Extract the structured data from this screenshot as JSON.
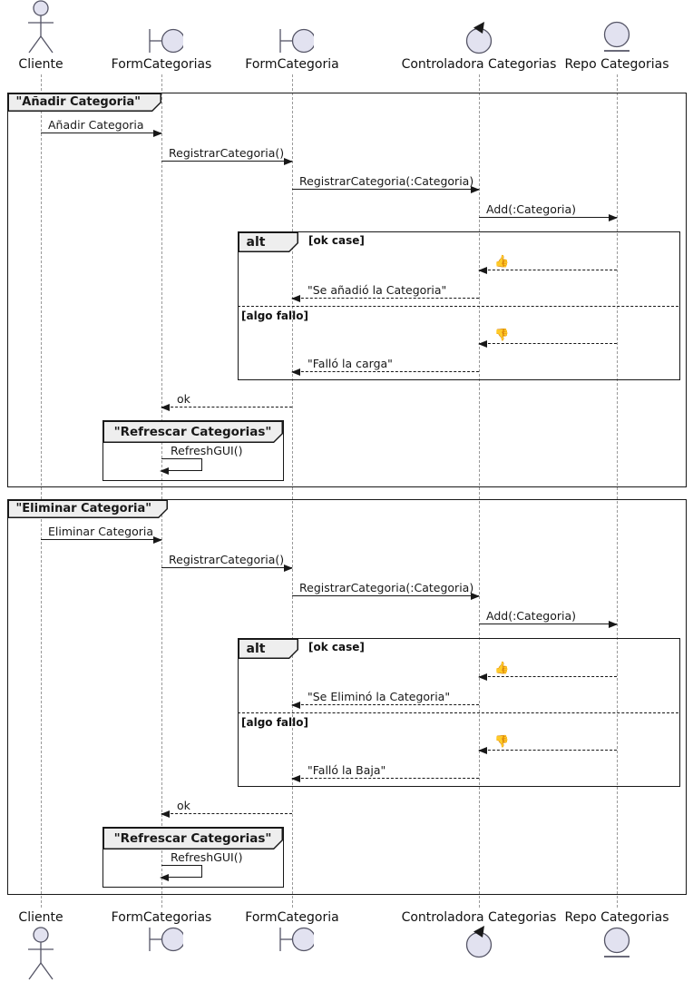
{
  "participants": [
    {
      "name": "Cliente",
      "icon": "actor"
    },
    {
      "name": "FormCategorias",
      "icon": "boundary"
    },
    {
      "name": "FormCategoria",
      "icon": "boundary"
    },
    {
      "name": "Controladora Categorias",
      "icon": "control"
    },
    {
      "name": "Repo Categorias",
      "icon": "entity"
    }
  ],
  "colors": {
    "icon_fill": "#E2E2F0",
    "frame_title_bg": "#EEEEEE",
    "line": "#181818",
    "lifeline": "#999999"
  },
  "frame1": {
    "title": "\"Añadir Categoria\"",
    "messages": {
      "m1": "Añadir Categoria",
      "m2": "RegistrarCategoria()",
      "m3": "RegistrarCategoria(:Categoria)",
      "m4": "Add(:Categoria)"
    },
    "alt": {
      "label": "alt",
      "guard_ok": "[ok case]",
      "thumb_up": "👍",
      "reply_ok": "\"Se añadió la Categoria\"",
      "guard_fail": "[algo fallo]",
      "thumb_down": "👎",
      "reply_fail": "\"Falló la carga\""
    },
    "ok_reply": "ok",
    "refresh": {
      "title": "\"Refrescar Categorias\"",
      "message": "RefreshGUI()"
    }
  },
  "frame2": {
    "title": "\"Eliminar Categoria\"",
    "messages": {
      "m1": "Eliminar Categoria",
      "m2": "RegistrarCategoria()",
      "m3": "RegistrarCategoria(:Categoria)",
      "m4": "Add(:Categoria)"
    },
    "alt": {
      "label": "alt",
      "guard_ok": "[ok case]",
      "thumb_up": "👍",
      "reply_ok": "\"Se Eliminó la Categoria\"",
      "guard_fail": "[algo fallo]",
      "thumb_down": "👎",
      "reply_fail": "\"Falló la Baja\""
    },
    "ok_reply": "ok",
    "refresh": {
      "title": "\"Refrescar Categorias\"",
      "message": "RefreshGUI()"
    }
  }
}
